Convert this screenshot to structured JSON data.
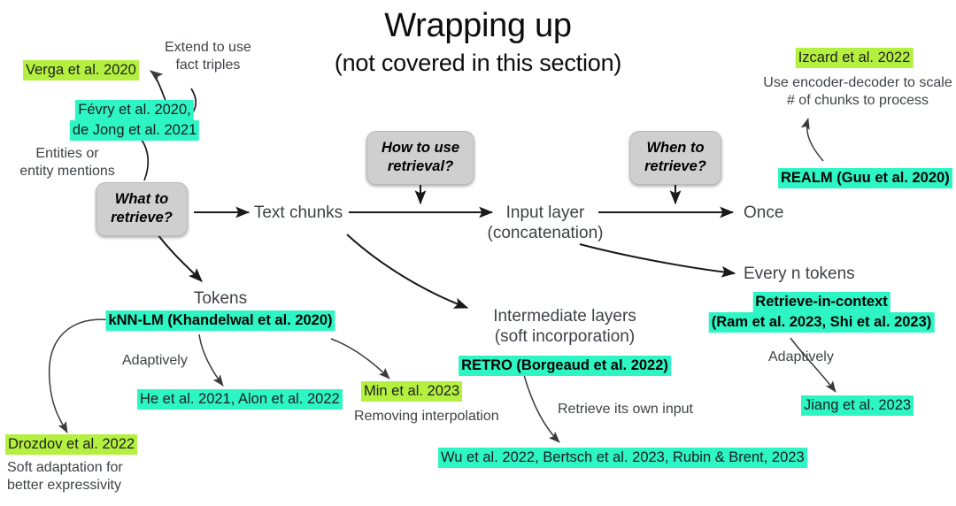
{
  "title": {
    "main": "Wrapping up",
    "sub": "(not covered in this section)"
  },
  "colors": {
    "highlight_cyan": "#2df5c3",
    "highlight_lime": "#b4f03f",
    "question_box_bg": "#cfcfcf",
    "text": "#3f4246",
    "arrow": "#1a1a1a"
  },
  "question_boxes": [
    {
      "id": "what-to-retrieve",
      "line1": "What to",
      "line2": "retrieve?"
    },
    {
      "id": "how-to-use-retrieval",
      "line1": "How to use",
      "line2": "retrieval?"
    },
    {
      "id": "when-to-retrieve",
      "line1": "When to",
      "line2": "retrieve?"
    }
  ],
  "flow_labels": {
    "text_chunks": "Text chunks",
    "input_layer_l1": "Input layer",
    "input_layer_l2": "(concatenation)",
    "intermediate_l1": "Intermediate layers",
    "intermediate_l2": "(soft incorporation)",
    "once": "Once",
    "every_n_tokens": "Every n tokens",
    "tokens": "Tokens"
  },
  "annotations": {
    "extend_l1": "Extend to use",
    "extend_l2": "fact triples",
    "entities_l1": "Entities or",
    "entities_l2": "entity mentions",
    "encoder_decoder_l1": "Use encoder-decoder to scale",
    "encoder_decoder_l2": "# of chunks to process",
    "adaptively_left": "Adaptively",
    "adaptively_right": "Adaptively",
    "removing_interpolation": "Removing interpolation",
    "retrieve_own_input": "Retrieve its own input",
    "soft_adaptation_l1": "Soft adaptation for",
    "soft_adaptation_l2": "better expressivity"
  },
  "citations": [
    {
      "id": "verga",
      "text": "Verga et al. 2020",
      "highlight": "lime",
      "bold": false
    },
    {
      "id": "fevry-1",
      "text": "Févry et al. 2020,",
      "highlight": "cyan",
      "bold": false
    },
    {
      "id": "fevry-2",
      "text": "de Jong et al. 2021",
      "highlight": "cyan",
      "bold": false
    },
    {
      "id": "izcard",
      "text": "Izcard et al. 2022",
      "highlight": "lime",
      "bold": false
    },
    {
      "id": "realm",
      "text": "REALM (Guu et al. 2020)",
      "highlight": "cyan",
      "bold": true
    },
    {
      "id": "knnlm",
      "text": "kNN-LM (Khandelwal et al. 2020)",
      "highlight": "cyan",
      "bold": true
    },
    {
      "id": "he-alon",
      "text": "He et al. 2021, Alon et al. 2022",
      "highlight": "cyan",
      "bold": false
    },
    {
      "id": "drozdov",
      "text": "Drozdov et al. 2022",
      "highlight": "lime",
      "bold": false
    },
    {
      "id": "min",
      "text": "Min et al. 2023",
      "highlight": "lime",
      "bold": false
    },
    {
      "id": "retro",
      "text": "RETRO (Borgeaud et al. 2022)",
      "highlight": "cyan",
      "bold": true
    },
    {
      "id": "wu-bertsch",
      "text": "Wu et al. 2022, Bertsch et al. 2023, Rubin & Brent, 2023",
      "highlight": "cyan",
      "bold": false
    },
    {
      "id": "ric-1",
      "text": "Retrieve-in-context",
      "highlight": "cyan",
      "bold": true
    },
    {
      "id": "ric-2",
      "text": "(Ram et al. 2023, Shi et al. 2023)",
      "highlight": "cyan",
      "bold": true
    },
    {
      "id": "jiang",
      "text": "Jiang et al. 2023",
      "highlight": "cyan",
      "bold": false
    }
  ]
}
